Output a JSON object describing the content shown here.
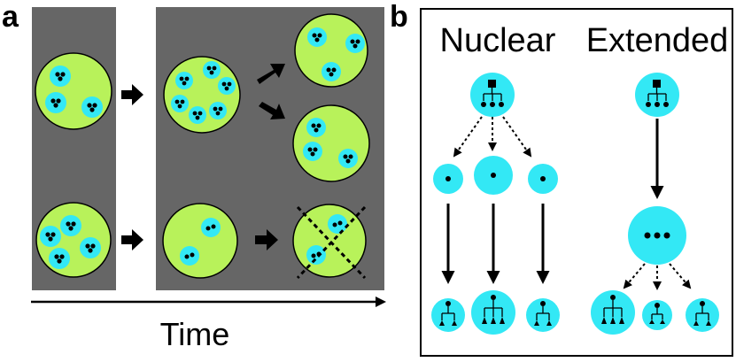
{
  "panel_a": {
    "label": "a",
    "axis_label": "Time"
  },
  "panel_b": {
    "label": "b",
    "left_heading": "Nuclear",
    "right_heading": "Extended"
  },
  "colors": {
    "background_panel": "#666666",
    "cell_fill": "#b8f25a",
    "nucleus_fill": "#33e8f5",
    "dot": "#000000"
  }
}
